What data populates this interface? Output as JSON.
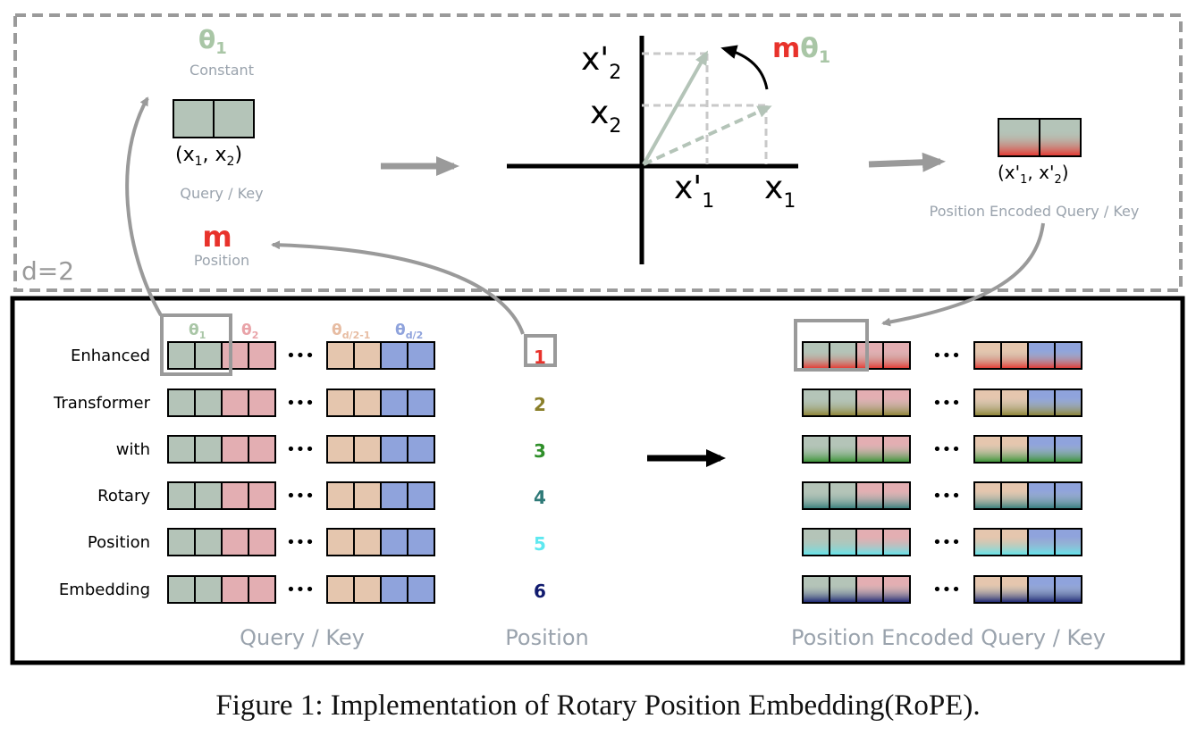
{
  "top_panel": {
    "dim_label": "d=2",
    "theta_symbol": "θ",
    "theta_sub": "1",
    "constant_label": "Constant",
    "input_pair_x": "(x",
    "input_pair_sep": ", x",
    "input_pair_end": ")",
    "input_label": "Query / Key",
    "position_symbol": "m",
    "position_label": "Position",
    "rotation_m": "m",
    "rotation_theta": "θ",
    "rotation_sub": "1",
    "axis_x2_prime": "x'",
    "axis_x2": "x",
    "axis_x1_prime": "x'",
    "axis_x1": "x",
    "sub_1": "1",
    "sub_2": "2",
    "output_pair_start": "(x'",
    "output_pair_sep": ", x'",
    "output_pair_end": ")",
    "output_label": "Position Encoded Query / Key"
  },
  "bottom_panel": {
    "tokens": [
      "Enhanced",
      "Transformer",
      "with",
      "Rotary",
      "Position",
      "Embedding"
    ],
    "positions": [
      "1",
      "2",
      "3",
      "4",
      "5",
      "6"
    ],
    "position_colors": [
      "#e8322b",
      "#8a7f2a",
      "#2f8f2a",
      "#2f7a78",
      "#5ee8f0",
      "#101a6e"
    ],
    "theta_headers": [
      {
        "sym": "θ",
        "sub": "1",
        "color": "#a9c6a6"
      },
      {
        "sym": "θ",
        "sub": "2",
        "color": "#e9a3a8"
      },
      {
        "sym": "θ",
        "sub": "d/2-1",
        "color": "#e7bca2"
      },
      {
        "sym": "θ",
        "sub": "d/2",
        "color": "#8fa3dc"
      }
    ],
    "ellipsis": "•••",
    "query_key_label": "Query / Key",
    "position_label": "Position",
    "encoded_label": "Position Encoded Query / Key"
  },
  "colors": {
    "green_block": "#b4c4b8",
    "pink_block": "#e3aeb2",
    "peach_block": "#e5c6ae",
    "blue_block": "#8fa3dc",
    "accent_red": "#e8322b",
    "theta_green": "#a9c6a6",
    "gray_arrow": "#9a9a9a"
  },
  "caption": "Figure 1: Implementation of Rotary Position Embedding(RoPE)."
}
